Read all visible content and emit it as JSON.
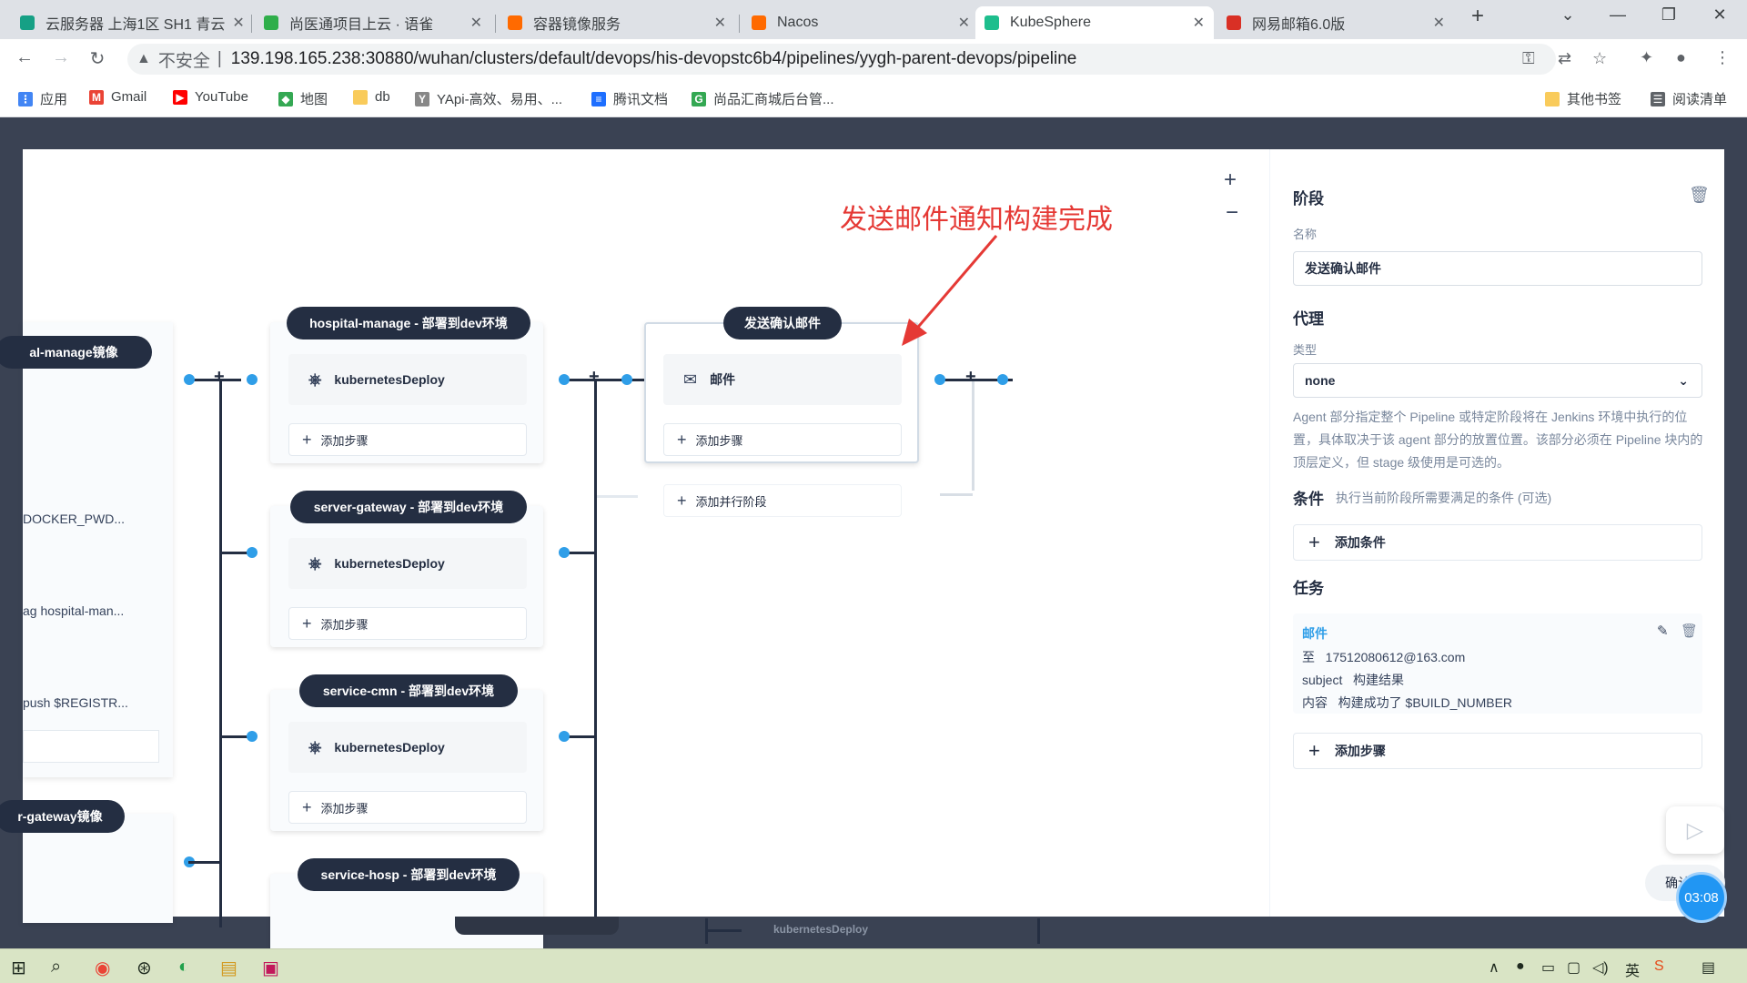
{
  "browser": {
    "tabs": [
      {
        "title": "云服务器 上海1区 SH1 青云",
        "favicon_color": "#16a085",
        "active": false
      },
      {
        "title": "尚医通项目上云 · 语雀",
        "favicon_color": "#2fae4a",
        "active": false
      },
      {
        "title": "容器镜像服务",
        "favicon_color": "#ff6a00",
        "active": false
      },
      {
        "title": "Nacos",
        "favicon_color": "#ff6a00",
        "active": false
      },
      {
        "title": "KubeSphere",
        "favicon_color": "#1ebe8d",
        "active": true
      },
      {
        "title": "网易邮箱6.0版",
        "favicon_color": "#d93025",
        "active": false
      }
    ],
    "new_tab": "+",
    "address": {
      "security_label": "不安全",
      "url": "139.198.165.238:30880/wuhan/clusters/default/devops/his-devopstc6b4/pipelines/yygh-parent-devops/pipeline"
    },
    "bookmarks": [
      {
        "label": "应用",
        "icon": "apps-icon",
        "color": "#4285f4"
      },
      {
        "label": "Gmail",
        "icon": "gmail-icon",
        "color": "#ea4335"
      },
      {
        "label": "YouTube",
        "icon": "youtube-icon",
        "color": "#ff0000"
      },
      {
        "label": "地图",
        "icon": "maps-icon",
        "color": "#34a853"
      },
      {
        "label": "db",
        "icon": "folder-icon",
        "color": "#f9cb5b"
      },
      {
        "label": "YApi-高效、易用、...",
        "icon": "yapi-icon",
        "color": "#888888"
      },
      {
        "label": "腾讯文档",
        "icon": "tencent-docs-icon",
        "color": "#1e6fff"
      },
      {
        "label": "尚品汇商城后台管...",
        "icon": "shangpin-icon",
        "color": "#34a853"
      }
    ],
    "other_bookmarks": "其他书签",
    "reading_list": "阅读清单"
  },
  "annotation": "发送邮件通知构建完成",
  "pipeline": {
    "left_stages": [
      {
        "title": "al-manage镜像"
      },
      {
        "title": "r-gateway镜像"
      }
    ],
    "left_texts": [
      "DOCKER_PWD...",
      "ag hospital-man...",
      "push $REGISTR..."
    ],
    "deploy_stages": [
      {
        "title": "hospital-manage - 部署到dev环境",
        "step": "kubernetesDeploy",
        "add_step": "添加步骤"
      },
      {
        "title": "server-gateway - 部署到dev环境",
        "step": "kubernetesDeploy",
        "add_step": "添加步骤"
      },
      {
        "title": "service-cmn - 部署到dev环境",
        "step": "kubernetesDeploy",
        "add_step": "添加步骤"
      },
      {
        "title": "service-hosp - 部署到dev环境"
      }
    ],
    "email_stage": {
      "title": "发送确认邮件",
      "step": "邮件",
      "add_step": "添加步骤",
      "add_parallel": "添加并行阶段"
    },
    "bottom_step": "kubernetesDeploy"
  },
  "sidebar": {
    "stage_heading": "阶段",
    "name_label": "名称",
    "name_value": "发送确认邮件",
    "agent_heading": "代理",
    "type_label": "类型",
    "type_value": "none",
    "agent_desc": "Agent 部分指定整个 Pipeline 或特定阶段将在 Jenkins 环境中执行的位置，具体取决于该 agent 部分的放置位置。该部分必须在 Pipeline 块内的顶层定义，但 stage 级使用是可选的。",
    "condition_heading": "条件",
    "condition_hint": "执行当前阶段所需要满足的条件  (可选)",
    "add_condition": "添加条件",
    "task_heading": "任务",
    "task": {
      "name": "邮件",
      "to_label": "至",
      "to_value": "17512080612@163.com",
      "subject_label": "subject",
      "subject_value": "构建结果",
      "body_label": "内容",
      "body_value": "构建成功了 $BUILD_NUMBER"
    },
    "add_step": "添加步骤",
    "confirm": "确认"
  },
  "timer": "03:08",
  "colors": {
    "accent": "#2f9ee8",
    "dark": "#242e42",
    "annotation": "#e53935"
  }
}
